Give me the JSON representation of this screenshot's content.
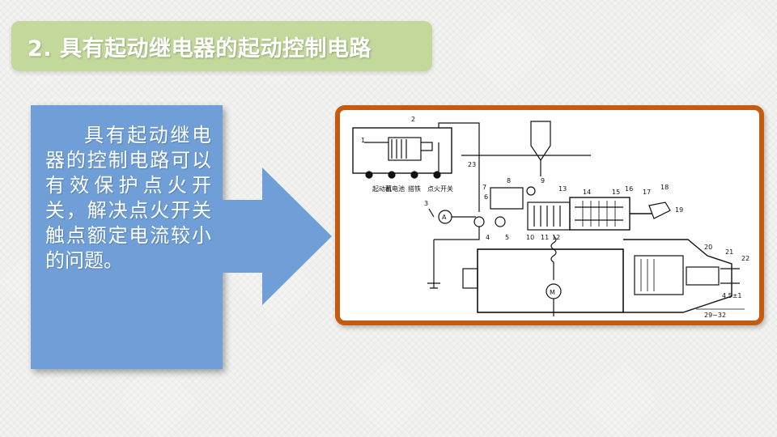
{
  "title": "2. 具有起动继电器的起动控制电路",
  "description": "具有起动继电器的控制电路可以有效保护点火开关，解决点火开关触点额定电流较小的问题。",
  "diagram": {
    "part_numbers": [
      "1",
      "2",
      "3",
      "4",
      "5",
      "6",
      "7",
      "8",
      "9",
      "10",
      "11",
      "12",
      "13",
      "14",
      "15",
      "16",
      "17",
      "18",
      "19",
      "20",
      "21",
      "22",
      "23"
    ],
    "terminal_labels": [
      "起动机",
      "蓄电池",
      "搭铁",
      "点火开关"
    ],
    "ammeter_symbol": "A",
    "motor_symbol": "M",
    "dim_labels": [
      "4.5±1",
      "29~32"
    ]
  },
  "colors": {
    "banner": "#c3d99b",
    "text_box": "#6f9fd6",
    "arrow": "#6f9fd6",
    "frame_border": "#c55a11"
  }
}
